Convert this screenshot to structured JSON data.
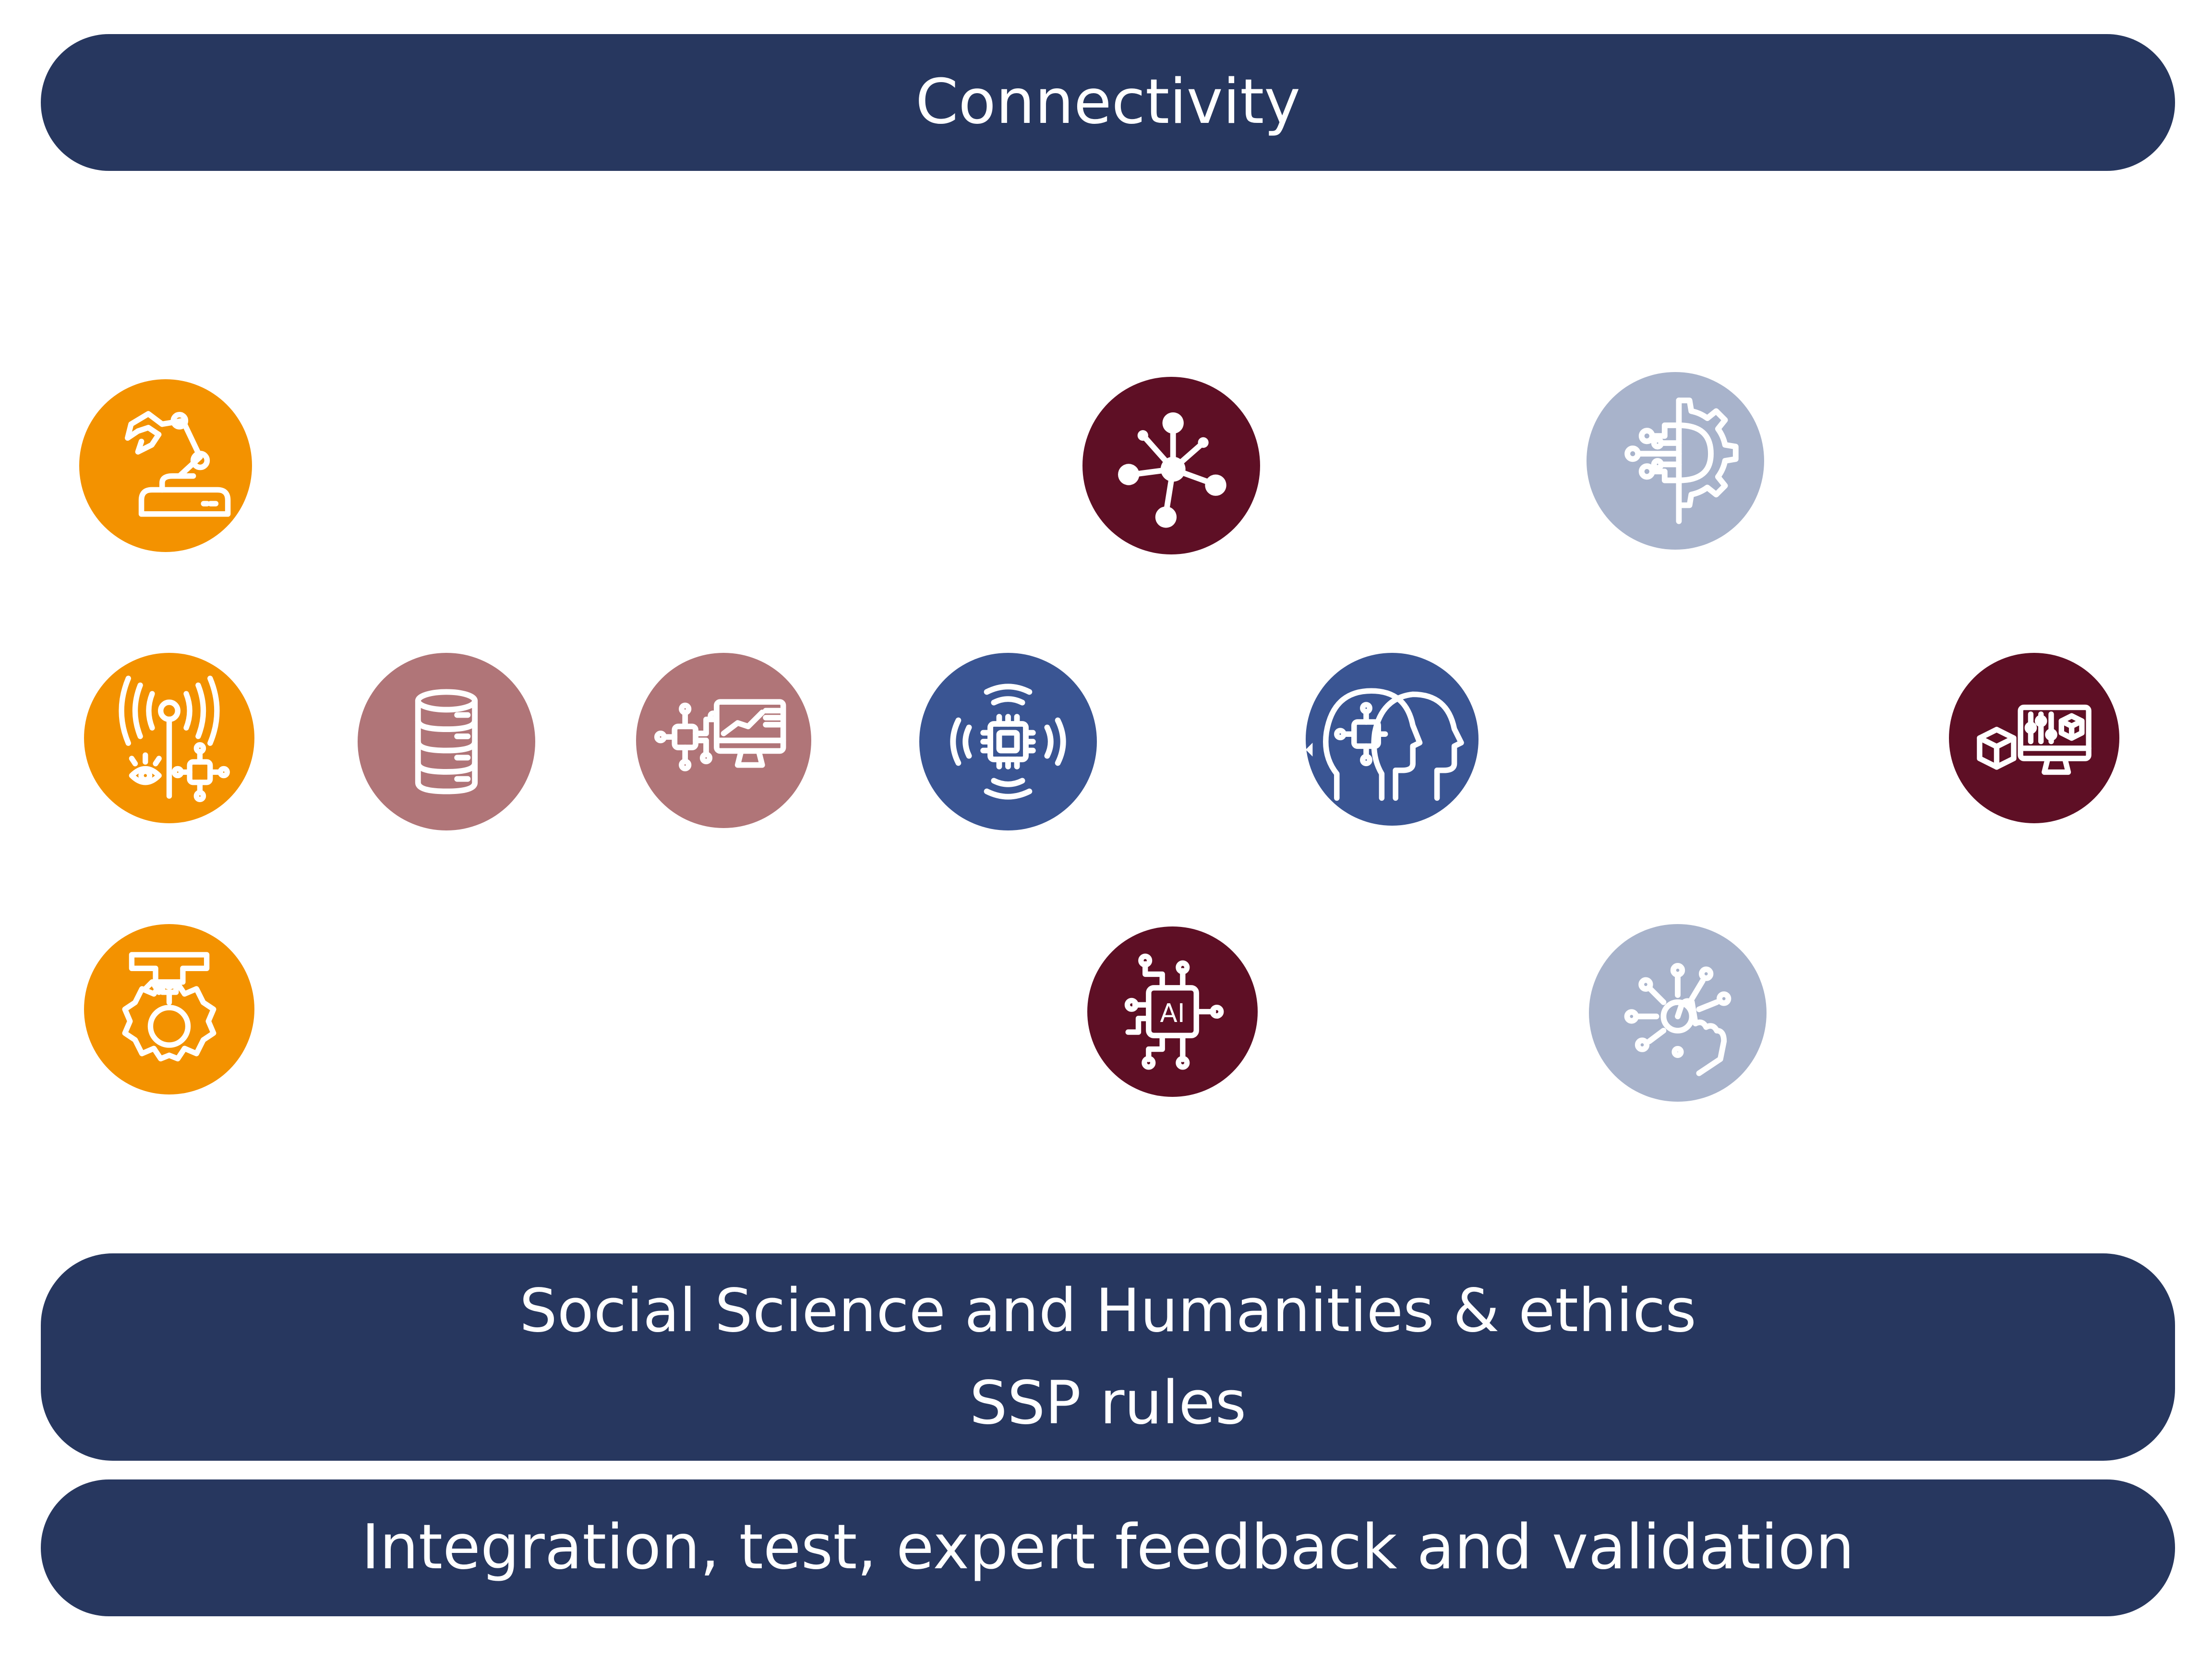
{
  "bars": {
    "top": [
      "Connectivity"
    ],
    "middle": [
      "Social Science and Humanities & ethics",
      "SSP rules"
    ],
    "bottom": [
      "Integration, test, expert feedback and validation"
    ]
  },
  "colors": {
    "bar": "#27375f",
    "orange": "#f39200",
    "mauve": "#b07578",
    "blue": "#3a5593",
    "maroon": "#5e0f25",
    "lavender": "#a8b3cb"
  },
  "icon_ai_label": "AI",
  "icons": [
    {
      "id": "robot-arm-icon",
      "color": "orange"
    },
    {
      "id": "sensor-eye-chip-icon",
      "color": "orange"
    },
    {
      "id": "gear-manufacturing-icon",
      "color": "orange"
    },
    {
      "id": "database-icon",
      "color": "mauve"
    },
    {
      "id": "chip-monitor-data-icon",
      "color": "mauve"
    },
    {
      "id": "wireless-chip-icon",
      "color": "blue"
    },
    {
      "id": "network-nodes-icon",
      "color": "maroon"
    },
    {
      "id": "ai-chip-icon",
      "color": "maroon"
    },
    {
      "id": "human-ai-heads-icon",
      "color": "blue"
    },
    {
      "id": "digital-gear-icon",
      "color": "lavender"
    },
    {
      "id": "touch-interaction-icon",
      "color": "lavender"
    },
    {
      "id": "cube-monitor-icon",
      "color": "maroon"
    }
  ]
}
